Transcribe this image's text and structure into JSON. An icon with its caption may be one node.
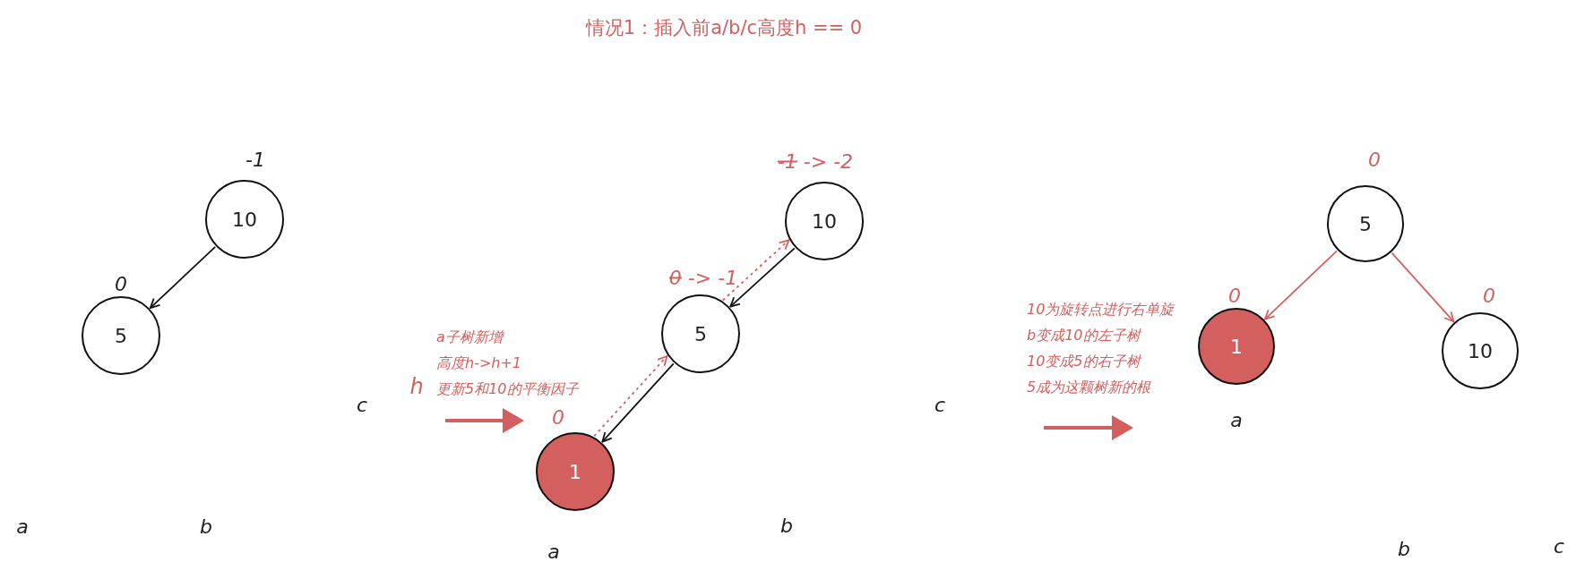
{
  "diagram": {
    "title": "情况1：插入前a/b/c高度h == 0",
    "nodes": [
      {
        "text": [
          "10"
        ],
        "beside": [
          "-1"
        ]
      },
      {
        "text": [
          "5"
        ],
        "beside": [
          "0"
        ]
      },
      {
        "text": [
          "10"
        ],
        "beside": [
          "-1 -> -2"
        ]
      },
      {
        "text": [
          "5"
        ],
        "beside": [
          "0 -> -1"
        ]
      },
      {
        "text": [
          "1"
        ],
        "beside": [
          "0"
        ]
      },
      {
        "text": [
          "5"
        ],
        "beside": [
          "0"
        ]
      },
      {
        "text": [
          "1"
        ],
        "beside": [
          "0"
        ]
      },
      {
        "text": [
          "10"
        ],
        "beside": [
          "0"
        ]
      }
    ],
    "edges": [
      {
        "from": 0,
        "to": 1,
        "arrow": "to",
        "color": "#111111"
      },
      {
        "from": 2,
        "to": 3,
        "arrow": "to",
        "color": "#111111"
      },
      {
        "from": 3,
        "to": 4,
        "arrow": "to",
        "color": "#111111"
      },
      {
        "from": 4,
        "to": 3,
        "arrow": "to",
        "style": "dashed",
        "color": "#d35f5f"
      },
      {
        "from": 3,
        "to": 2,
        "arrow": "to",
        "style": "dashed",
        "color": "#d35f5f"
      },
      {
        "from": 5,
        "to": 6,
        "arrow": "to",
        "color": "#d35f5f"
      },
      {
        "from": 5,
        "to": 7,
        "arrow": "to",
        "color": "#d35f5f"
      }
    ],
    "labels": [
      "a",
      "b",
      "c",
      "a子树新增",
      "高度h->h+1",
      "更新5和10的平衡因子",
      "h",
      "a",
      "b",
      "c",
      "10为旋转点进行右单旋",
      "b变成10的左子树",
      "10变成5的右子树",
      "5成为这颗树新的根",
      "a",
      "b",
      "c"
    ]
  }
}
